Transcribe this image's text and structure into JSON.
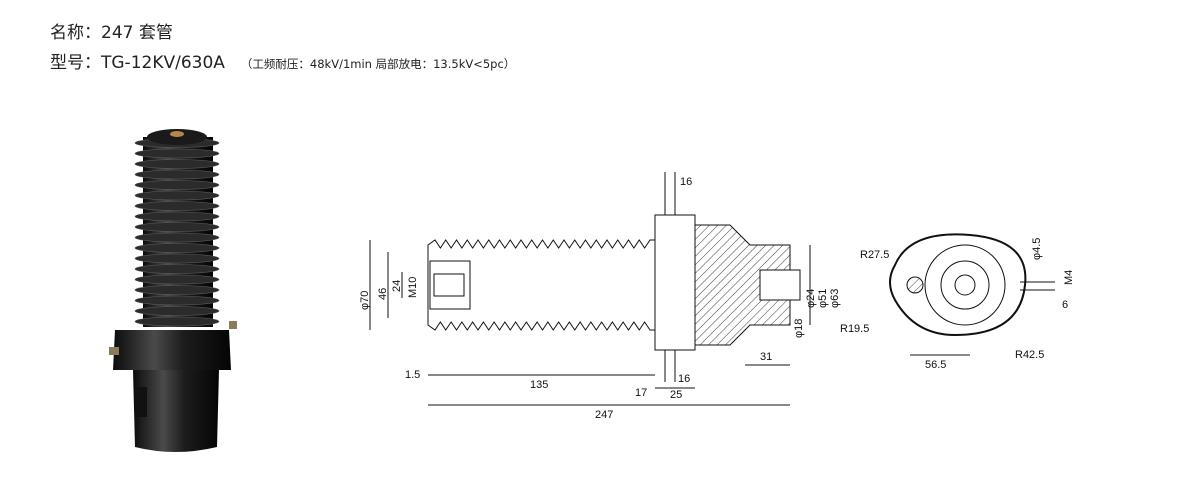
{
  "header": {
    "name_label": "名称：",
    "name_value": "247 套管",
    "model_label": "型号：",
    "model_value": "TG-12KV/630A",
    "spec": "（工频耐压：48kV/1min  局部放电：13.5kV<5pc）"
  },
  "dimensions": {
    "d16_top": "16",
    "d16_bottom": "16",
    "d25": "25",
    "d17": "17",
    "d135": "135",
    "d247": "247",
    "d1_5": "1.5",
    "d31": "31",
    "d_phi70": "φ70",
    "d46": "46",
    "d24_left": "24",
    "d_m10": "M10",
    "d_phi63": "φ63",
    "d_phi51": "φ51",
    "d_phi24": "φ24",
    "d_phi18": "φ18",
    "r27_5": "R27.5",
    "r19_5": "R19.5",
    "r42_5": "R42.5",
    "d56_5": "56.5",
    "d_phi4_5": "φ4.5",
    "d_m4": "M4",
    "d6": "6"
  },
  "colors": {
    "porcelain": "#2b2b2b",
    "line": "#111111",
    "copper": "#b8864a"
  }
}
